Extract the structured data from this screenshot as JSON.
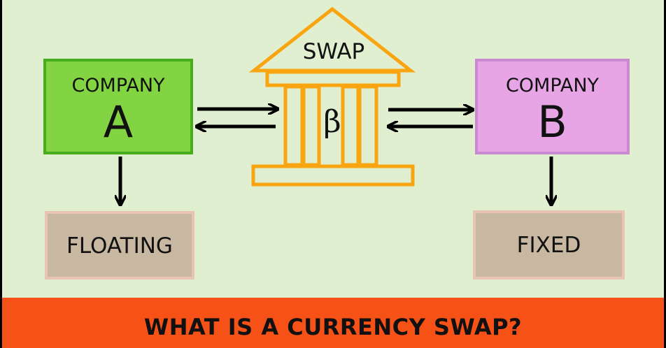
{
  "title": "WHAT IS A CURRENCY SWAP?",
  "company_a": {
    "prefix": "COMPANY",
    "letter": "A",
    "fill": "#83d443",
    "border": "#47ad1d"
  },
  "company_b": {
    "prefix": "COMPANY",
    "letter": "B",
    "fill": "#e8a5e5",
    "border": "#c98ad0"
  },
  "bank": {
    "label": "SWAP",
    "symbol": "β",
    "color": "#f9a512"
  },
  "rates": {
    "a": "FLOATING",
    "b": "FIXED"
  },
  "colors": {
    "background": "#e0efcf",
    "band": "#f65116",
    "rate_box": "#c8b7a1"
  }
}
